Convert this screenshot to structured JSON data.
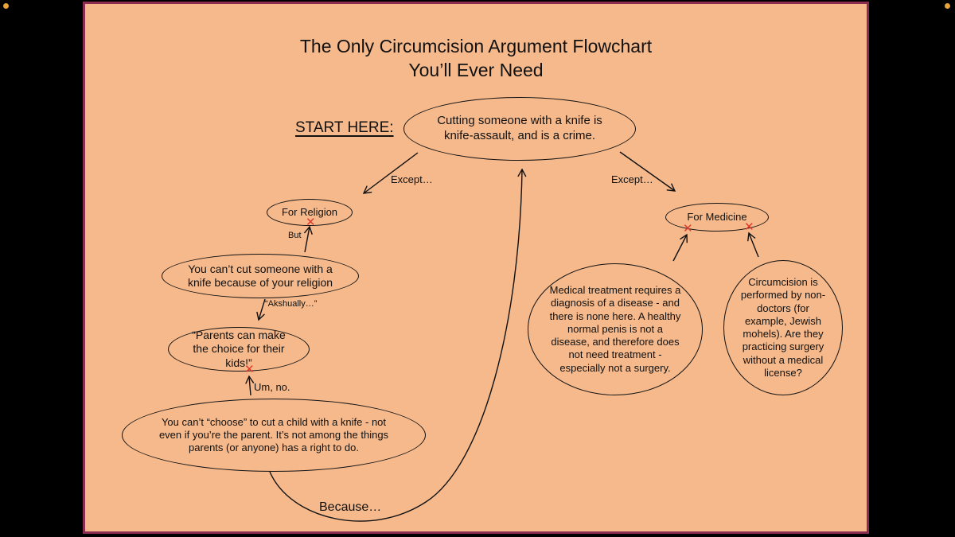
{
  "chrome": {
    "dot_color": "#e8a43a"
  },
  "colors": {
    "panel_bg": "#f5b98c",
    "panel_border": "#8b2c50",
    "x_mark": "#e0392b"
  },
  "title_line1": "The Only Circumcision Argument Flowchart",
  "title_line2": "You’ll Ever Need",
  "start_label": "START HERE:",
  "nodes": {
    "knife_crime": "Cutting someone with a knife is knife-assault, and is a crime.",
    "for_religion": "For Religion",
    "religion_rebuttal": "You can’t cut someone with a knife because of your religion",
    "parents_choice": "“Parents can make the choice for their kids!”",
    "parents_rebuttal": "You can’t “choose” to cut a child with a knife - not even if you’re the parent. It’s not among the things parents (or anyone) has a right to do.",
    "for_medicine": "For Medicine",
    "medical_rebuttal": "Medical treatment requires a diagnosis of a disease - and there is none here. A healthy normal penis is not a disease, and therefore does not need treatment - especially not a surgery.",
    "mohels_rebuttal": "Circumcision is performed by non-doctors (for example, Jewish mohels). Are they practicing surgery without a medical license?"
  },
  "edge_labels": {
    "except_left": "Except…",
    "except_right": "Except…",
    "but": "But",
    "akshually": "“Akshually…”",
    "um_no": "Um, no.",
    "because": "Because…"
  },
  "x_mark_glyph": "✕"
}
